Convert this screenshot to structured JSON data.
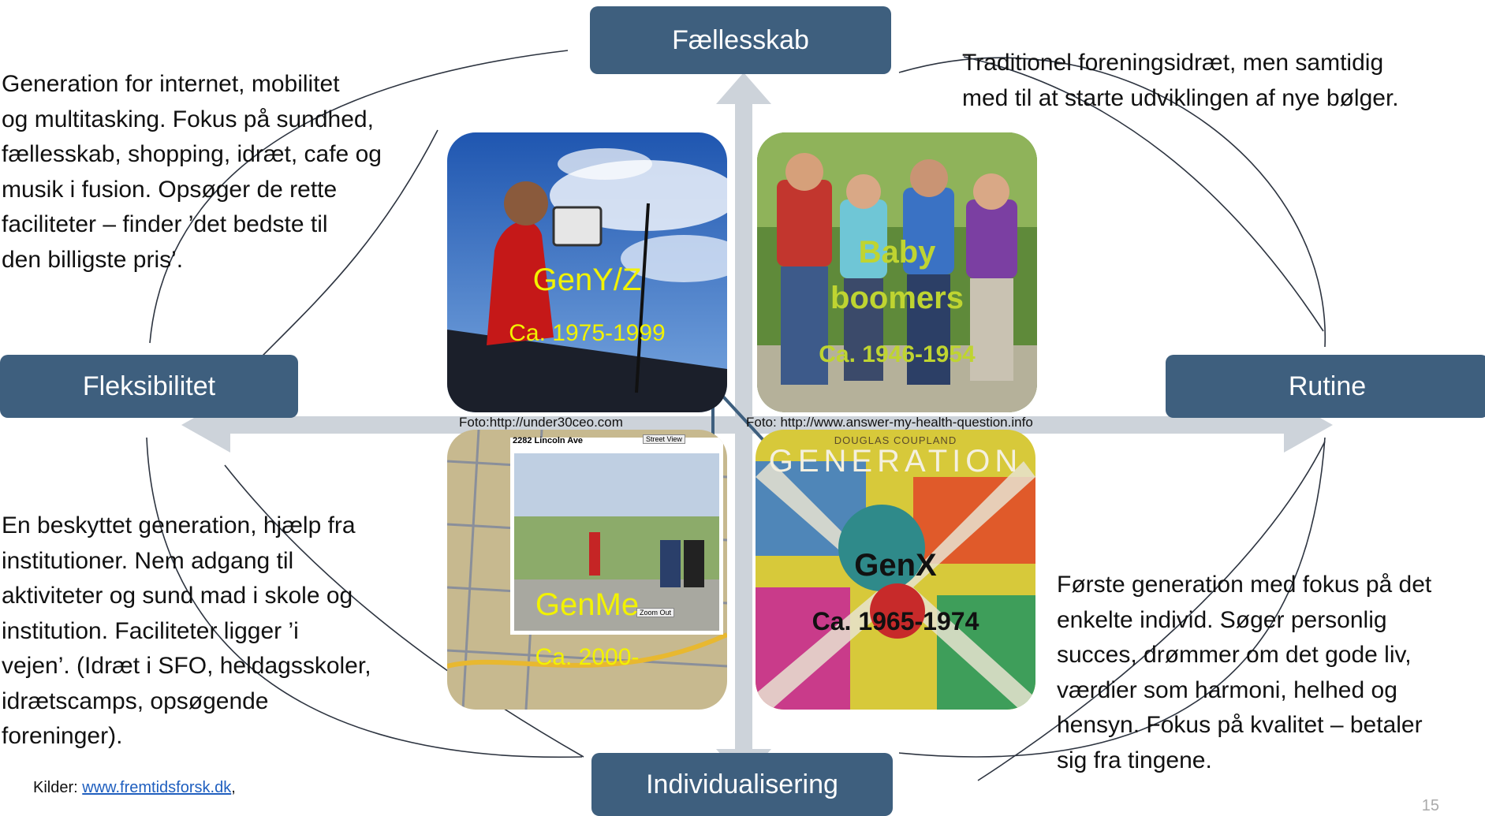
{
  "axes": {
    "top": "Fællesskab",
    "bottom": "Individualisering",
    "left": "Fleksibilitet",
    "right": "Rutine"
  },
  "descriptions": {
    "top_left": [
      "Generation for internet, mobilitet",
      "og multitasking. Fokus på sundhed,",
      "fællesskab, shopping, idræt, cafe og",
      "musik i fusion. Opsøger de rette",
      "faciliteter – finder ’det bedste til",
      "den billigste pris’."
    ],
    "top_right": [
      "Traditionel foreningsidræt, men samtidig",
      "med til at starte udviklingen af nye bølger."
    ],
    "bottom_left": [
      "En beskyttet generation, hjælp fra",
      "institutioner. Nem adgang til",
      "aktiviteter og sund mad i skole og",
      "institution. Faciliteter ligger ’i",
      "vejen’. (Idræt i SFO, heldagsskoler,",
      "idrætscamps, opsøgende",
      "foreninger)."
    ],
    "bottom_right": [
      "Første generation med fokus på det",
      "enkelte individ. Søger personlig",
      "succes, drømmer om det gode liv,",
      "værdier som harmoni, helhed og",
      "hensyn. Fokus på kvalitet – betaler",
      "sig fra tingene."
    ]
  },
  "generations": {
    "geny": {
      "name": "GenY/Z",
      "years": "Ca. 1975-1999"
    },
    "boomers": {
      "name1": "Baby",
      "name2": "boomers",
      "years": "Ca. 1946-1954"
    },
    "genme": {
      "name": "GenMe",
      "years": "Ca. 2000-"
    },
    "genx": {
      "name": "GenX",
      "years": "Ca. 1965-1974"
    }
  },
  "photo_credits": {
    "left": "Foto:http://under30ceo.com",
    "right": "Foto: http://www.answer-my-health-question.info"
  },
  "photo_text": {
    "street_address": "2282 Lincoln Ave",
    "street_view_button": "Street View",
    "zoom_button": "Zoom Out",
    "book_author": "DOUGLAS COUPLAND",
    "book_title": "GENERATION"
  },
  "sources": {
    "label": "Kilder:",
    "link": "www.fremtidsforsk.dk",
    "suffix": ","
  },
  "page_number": "15",
  "colors": {
    "box_fill": "#3e5f7e",
    "axis_arrow": "#cdd3da",
    "generation_text": "#f2f200",
    "genx_text": "#111111",
    "link": "#1f5fbf"
  }
}
